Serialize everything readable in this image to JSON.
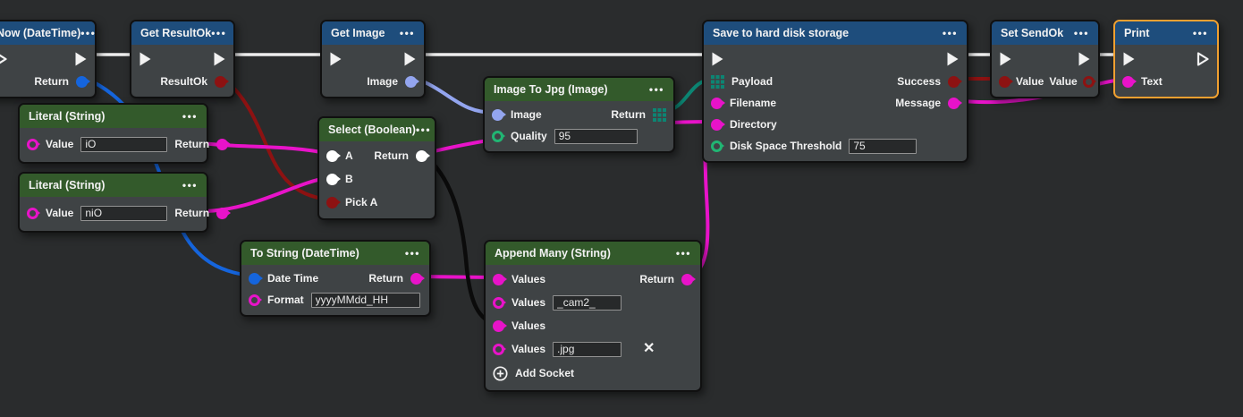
{
  "ui": {
    "menu_icon": "•••",
    "close_icon": "✕"
  },
  "colors": {
    "canvas_background": "#2a2c2d",
    "node_background": "#3f4345",
    "header_blue": "#1e4d7c",
    "header_green": "#335a2b",
    "selection_orange": "#f0a030",
    "type_exec": "#f2f2f2",
    "type_string": "#e813c9",
    "type_datetime": "#1565dd",
    "type_boolean": "#8d1212",
    "type_image": "#93a5ef",
    "type_bytes": "#0c8573",
    "type_number": "#21b573",
    "type_object": "#0b0b0b"
  },
  "nodes": {
    "now": {
      "title": "Now (DateTime)",
      "outputs": {
        "return": "Return"
      }
    },
    "get_resultok": {
      "title": "Get ResultOk",
      "outputs": {
        "resultok": "ResultOk"
      }
    },
    "get_image": {
      "title": "Get Image",
      "outputs": {
        "image": "Image"
      }
    },
    "image_to_jpg": {
      "title": "Image To Jpg (Image)",
      "inputs": {
        "image": "Image",
        "quality": "Quality"
      },
      "fields": {
        "quality": "95"
      },
      "outputs": {
        "return": "Return"
      }
    },
    "literal_io": {
      "title": "Literal (String)",
      "inputs": {
        "value": "Value"
      },
      "fields": {
        "value": "iO"
      },
      "outputs": {
        "return": "Return"
      }
    },
    "literal_nio": {
      "title": "Literal (String)",
      "inputs": {
        "value": "Value"
      },
      "fields": {
        "value": "niO"
      },
      "outputs": {
        "return": "Return"
      }
    },
    "select": {
      "title": "Select (Boolean)",
      "inputs": {
        "a": "A",
        "b": "B",
        "pick_a": "Pick A"
      },
      "outputs": {
        "return": "Return"
      }
    },
    "to_string": {
      "title": "To String (DateTime)",
      "inputs": {
        "date_time": "Date Time",
        "format": "Format"
      },
      "fields": {
        "format": "yyyyMMdd_HH"
      },
      "outputs": {
        "return": "Return"
      }
    },
    "append_many": {
      "title": "Append Many (String)",
      "inputs": {
        "values1": "Values",
        "values2": "Values",
        "values3": "Values",
        "values4": "Values"
      },
      "fields": {
        "values2": "_cam2_",
        "values4": ".jpg"
      },
      "outputs": {
        "return": "Return"
      },
      "add_socket_label": "Add Socket"
    },
    "save": {
      "title": "Save to hard disk storage",
      "inputs": {
        "payload": "Payload",
        "filename": "Filename",
        "directory": "Directory",
        "threshold": "Disk Space Threshold"
      },
      "fields": {
        "threshold": "75"
      },
      "outputs": {
        "success": "Success",
        "message": "Message"
      }
    },
    "set_sendok": {
      "title": "Set SendOk",
      "inputs": {
        "value_in": "Value"
      },
      "outputs": {
        "value_out": "Value"
      }
    },
    "print": {
      "title": "Print",
      "inputs": {
        "text": "Text"
      }
    }
  },
  "connections": [
    {
      "from": "Now.exec",
      "to": "Get ResultOk.exec",
      "type": "exec"
    },
    {
      "from": "Get ResultOk.exec",
      "to": "Get Image.exec",
      "type": "exec"
    },
    {
      "from": "Get Image.exec",
      "to": "Save to hard disk storage.exec",
      "type": "exec"
    },
    {
      "from": "Save to hard disk storage.exec",
      "to": "Set SendOk.exec",
      "type": "exec"
    },
    {
      "from": "Set SendOk.exec",
      "to": "Print.exec",
      "type": "exec"
    },
    {
      "from": "Now.Return",
      "to": "To String (DateTime).Date Time",
      "type": "datetime"
    },
    {
      "from": "Get ResultOk.ResultOk",
      "to": "Select (Boolean).Pick A",
      "type": "boolean"
    },
    {
      "from": "Get Image.Image",
      "to": "Image To Jpg (Image).Image",
      "type": "image"
    },
    {
      "from": "Literal (String) iO.Return",
      "to": "Select (Boolean).A",
      "type": "string"
    },
    {
      "from": "Literal (String) niO.Return",
      "to": "Select (Boolean).B",
      "type": "string"
    },
    {
      "from": "Select (Boolean).Return",
      "to": "Save to hard disk storage.Directory",
      "type": "string"
    },
    {
      "from": "Select (Boolean).Return",
      "to": "Append Many (String).Values3",
      "type": "object"
    },
    {
      "from": "Image To Jpg (Image).Return",
      "to": "Save to hard disk storage.Payload",
      "type": "bytes"
    },
    {
      "from": "To String (DateTime).Return",
      "to": "Append Many (String).Values1",
      "type": "string"
    },
    {
      "from": "Append Many (String).Return",
      "to": "Save to hard disk storage.Filename",
      "type": "string"
    },
    {
      "from": "Save to hard disk storage.Success",
      "to": "Set SendOk.Value",
      "type": "boolean"
    },
    {
      "from": "Save to hard disk storage.Message",
      "to": "Print.Text",
      "type": "string"
    }
  ]
}
